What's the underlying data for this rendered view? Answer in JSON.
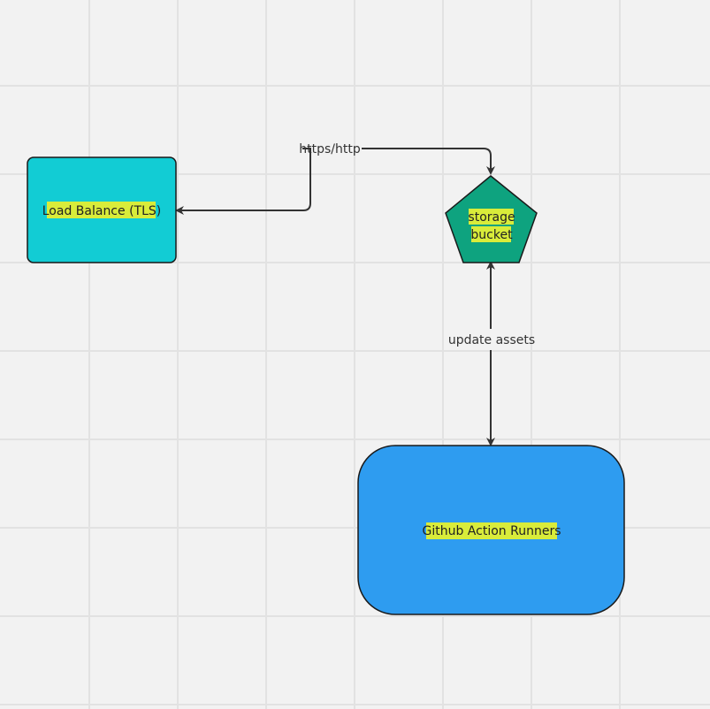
{
  "diagram": {
    "background": "#f2f2f2",
    "grid_color": "#e2e2e2",
    "nodes": {
      "load_balancer": {
        "label": "Load Balance (TLS)",
        "fill": "#12ccd4"
      },
      "storage_bucket": {
        "label_line1": "storage",
        "label_line2": "bucket",
        "fill": "#0ea37f"
      },
      "github_runners": {
        "label": "Github Action Runners",
        "fill": "#2e9cf0"
      }
    },
    "edges": {
      "https": {
        "label": "https/http"
      },
      "update": {
        "label": "update assets"
      }
    },
    "label_highlight": "#d9ec3a"
  }
}
